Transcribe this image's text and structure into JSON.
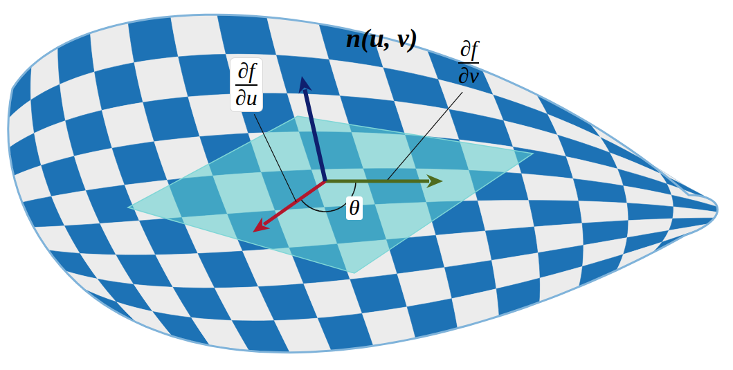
{
  "diagram": {
    "labels": [
      "∂f",
      "∂u",
      "n(u, v)",
      "∂f",
      "∂v",
      "θ"
    ]
  }
}
